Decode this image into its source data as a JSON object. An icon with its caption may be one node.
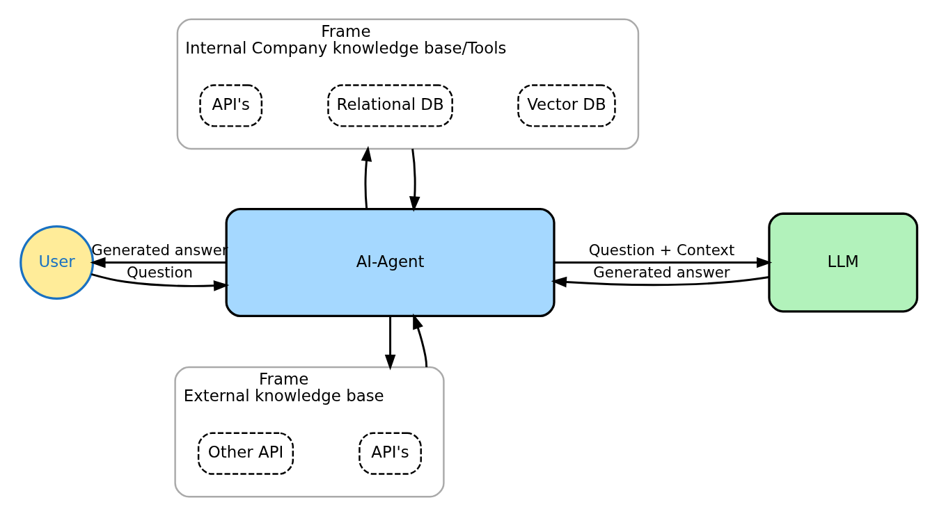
{
  "diagram": {
    "nodes": [
      {
        "text": [
          "Frame",
          "Internal Company knowledge base/Tools"
        ]
      },
      {
        "text": [
          "Vector DB"
        ],
        "in": 0
      },
      {
        "text": [
          "Relational DB"
        ],
        "in": 0
      },
      {
        "text": [
          "API's"
        ],
        "in": 0
      },
      {
        "text": [
          "User"
        ]
      },
      {
        "text": [
          "AI-Agent"
        ]
      },
      {
        "text": [
          "LLM"
        ]
      },
      {
        "text": [
          "Frame",
          "External knowledge base"
        ]
      },
      {
        "text": [
          "API's"
        ],
        "in": 7
      },
      {
        "text": [
          "Other API"
        ],
        "in": 7
      }
    ],
    "edges": [
      {
        "from": 4,
        "to": 5,
        "arrow": "to",
        "label": "Question"
      },
      {
        "from": 5,
        "to": 4,
        "arrow": "to",
        "label": "Generated answer"
      },
      {
        "from": 5,
        "to": 6,
        "arrow": "to",
        "label": "Question + Context"
      },
      {
        "from": 6,
        "to": 5,
        "arrow": "to",
        "label": "Generated answer"
      },
      {
        "from": 5,
        "to": 0,
        "arrow": "to"
      },
      {
        "from": 0,
        "to": 5,
        "arrow": "to"
      },
      {
        "from": 5,
        "to": 7,
        "arrow": "to"
      },
      {
        "from": 7,
        "to": 5,
        "arrow": "to"
      }
    ]
  }
}
